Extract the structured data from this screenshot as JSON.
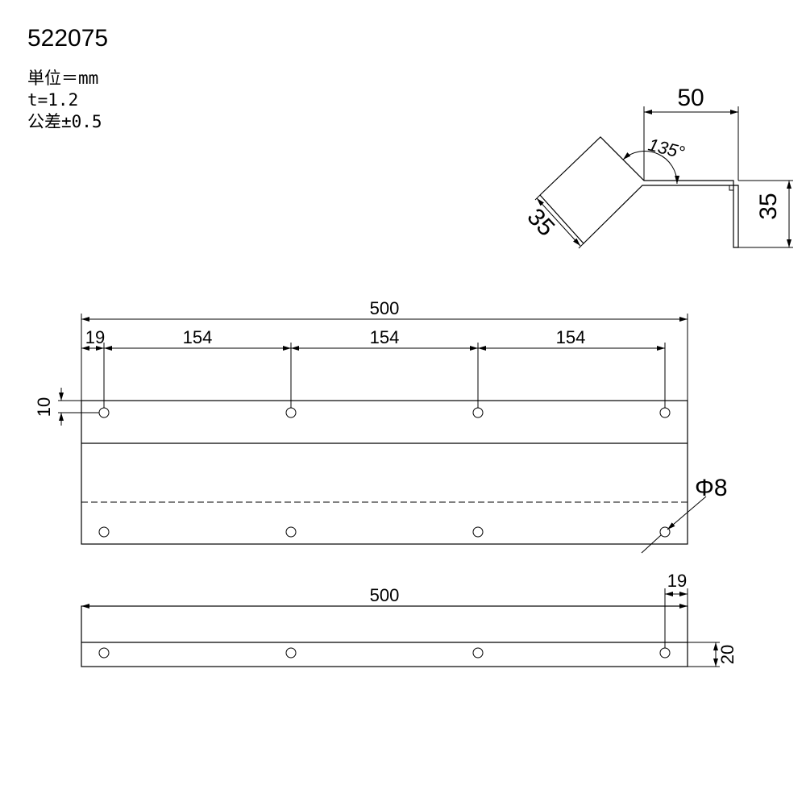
{
  "header": {
    "part_number": "522075",
    "unit": "単位＝mm",
    "thickness": "t=1.2",
    "tolerance": "公差±0.5"
  },
  "side_view": {
    "width_label": "50",
    "angle_label": "135°",
    "slant_length_label": "35",
    "height_label": "35"
  },
  "front_view": {
    "total_length_label": "500",
    "edge_offset_label": "19",
    "pitch_labels": [
      "154",
      "154",
      "154"
    ],
    "hole_offset_label": "10",
    "hole_diameter_label": "Φ8"
  },
  "bottom_view": {
    "total_length_label": "500",
    "edge_offset_label": "19",
    "flange_label": "20"
  }
}
